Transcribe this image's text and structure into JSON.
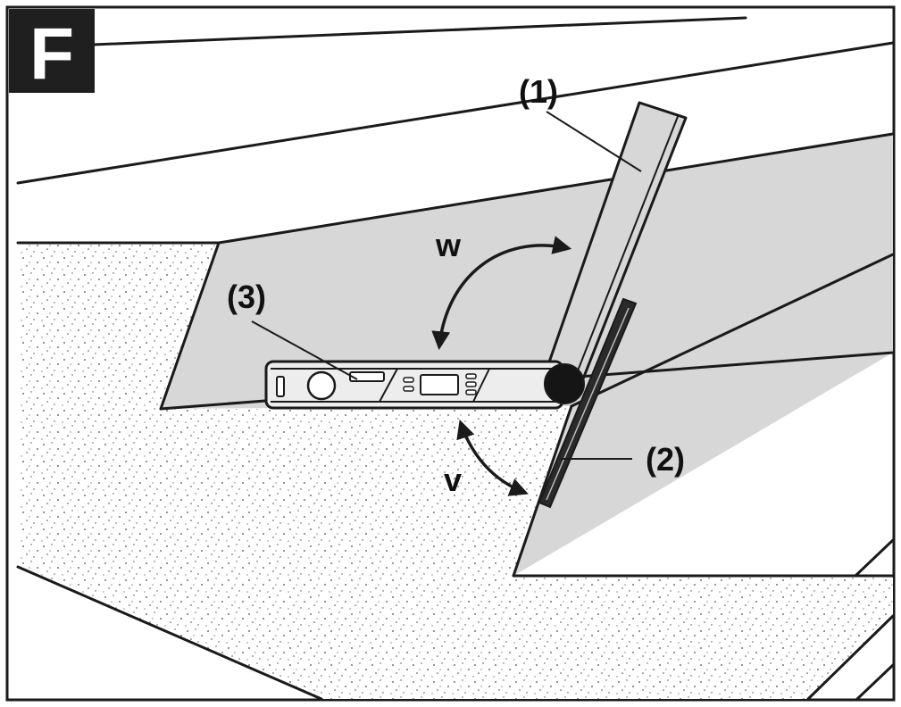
{
  "figure": {
    "panel_letter": "F",
    "labels": {
      "part1": "(1)",
      "part2": "(2)",
      "part3": "(3)",
      "angle_w": "w",
      "angle_v": "v"
    }
  },
  "colors": {
    "ink": "#1a1a1a",
    "surface_gray": "#d7d7d7",
    "paper": "#ffffff",
    "speckle": "#4a4a4a"
  }
}
